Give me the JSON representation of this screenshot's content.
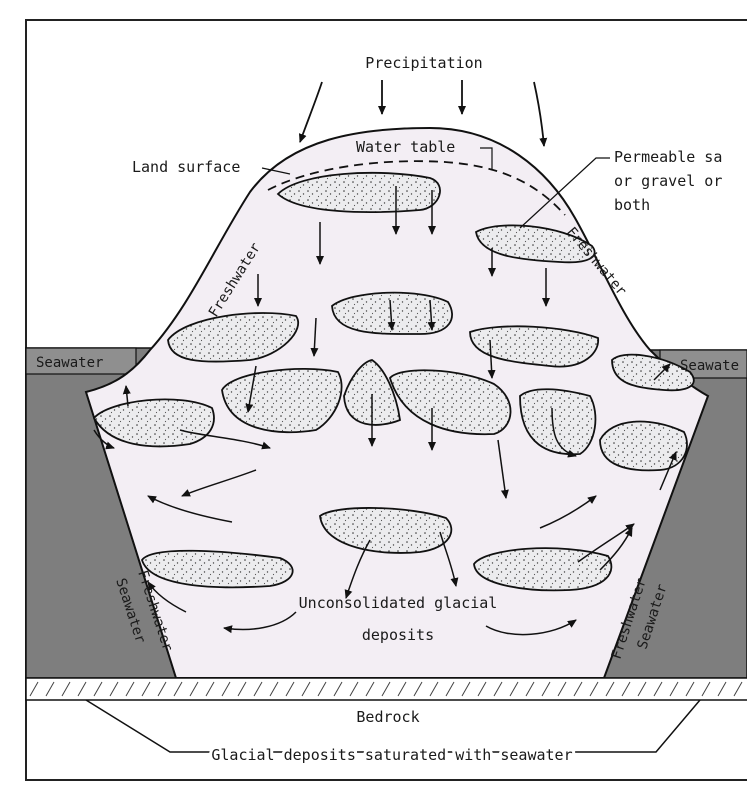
{
  "labels": {
    "precipitation": "Precipitation",
    "land_surface": "Land surface",
    "water_table": "Water table",
    "permeable_1": "Permeable sa",
    "permeable_2": "or gravel or",
    "permeable_3": "both",
    "freshwater": "Freshwater",
    "seawater": "Seawater",
    "seawater_right": "Seawate",
    "unconsolidated_1": "Unconsolidated glacial",
    "unconsolidated_2": "deposits",
    "bedrock": "Bedrock",
    "glacial_saturated": "Glacial deposits saturated with seawater"
  },
  "colors": {
    "island_fill": "#f3eef4",
    "seawater_fill": "#7e7e7e",
    "outline": "#111111",
    "lens_fill": "#e6e6e8",
    "background": "#ffffff"
  }
}
